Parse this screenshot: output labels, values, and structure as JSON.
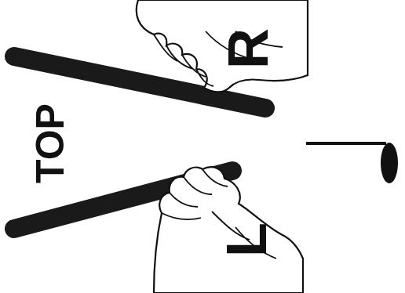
{
  "diagram": {
    "labels": [
      "TOP",
      "R",
      "L"
    ]
  }
}
